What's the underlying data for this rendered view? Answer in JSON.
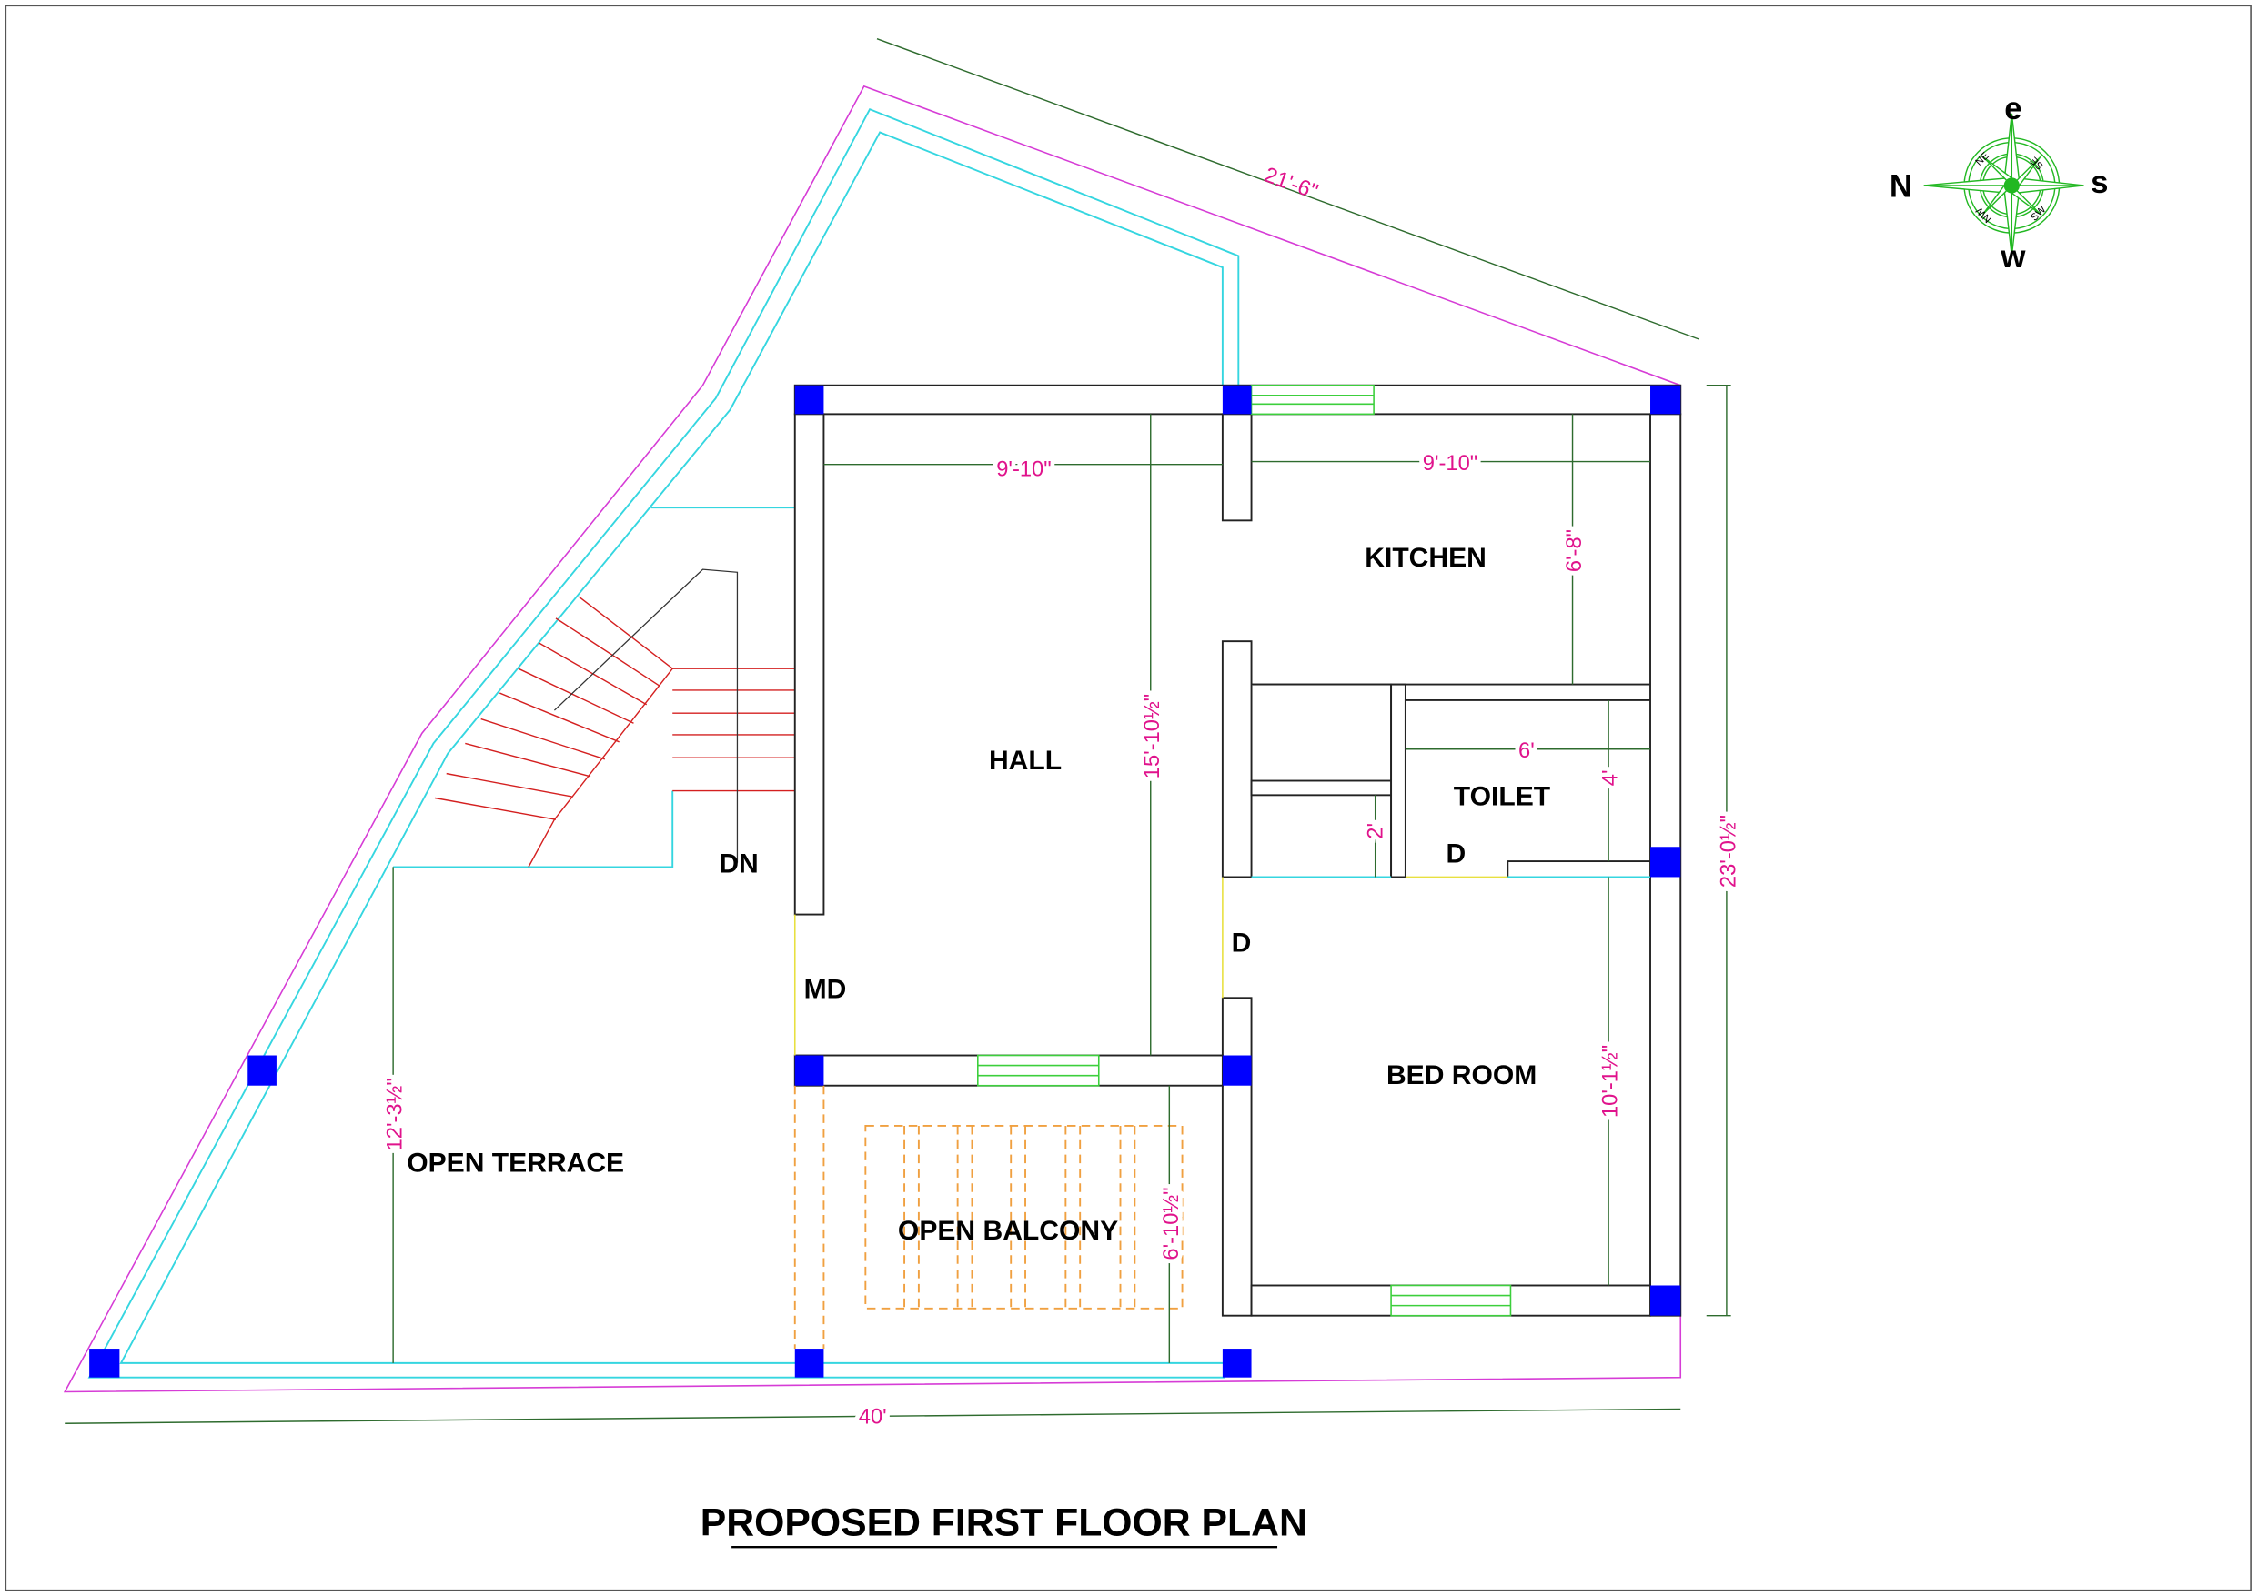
{
  "title": "PROPOSED FIRST FLOOR PLAN",
  "rooms": {
    "hall": "HALL",
    "kitchen": "KITCHEN",
    "toilet": "TOILET",
    "bed_room": "BED ROOM",
    "open_terrace": "OPEN TERRACE",
    "open_balcony": "OPEN BALCONY"
  },
  "doors": {
    "main_door": "MD",
    "toilet_door": "D",
    "bedroom_door": "D",
    "stair_down": "DN"
  },
  "dimensions": {
    "top_diagonal": "21'-6\"",
    "hall_width": "9'-10\"",
    "kitchen_width": "9'-10\"",
    "kitchen_depth": "6'-8\"",
    "hall_depth": "15'-10½\"",
    "toilet_width": "6'",
    "toilet_depth": "4'",
    "passage": "2'",
    "bedroom_depth": "10'-1½\"",
    "overall_depth": "23'-0½\"",
    "terrace_depth": "12'-3½\"",
    "balcony_depth": "6'-10½\"",
    "overall_width": "40'"
  },
  "compass": {
    "n": "N",
    "s": "s",
    "e": "e",
    "w": "w",
    "ne": "NE",
    "se": "SE",
    "nw": "NW",
    "sw": "SW"
  },
  "colors": {
    "column": "#0000ff",
    "dimension_text": "#e0138c",
    "plot_boundary": "#d63cd6",
    "parapet": "#35d6e0",
    "compass": "#22b822"
  }
}
